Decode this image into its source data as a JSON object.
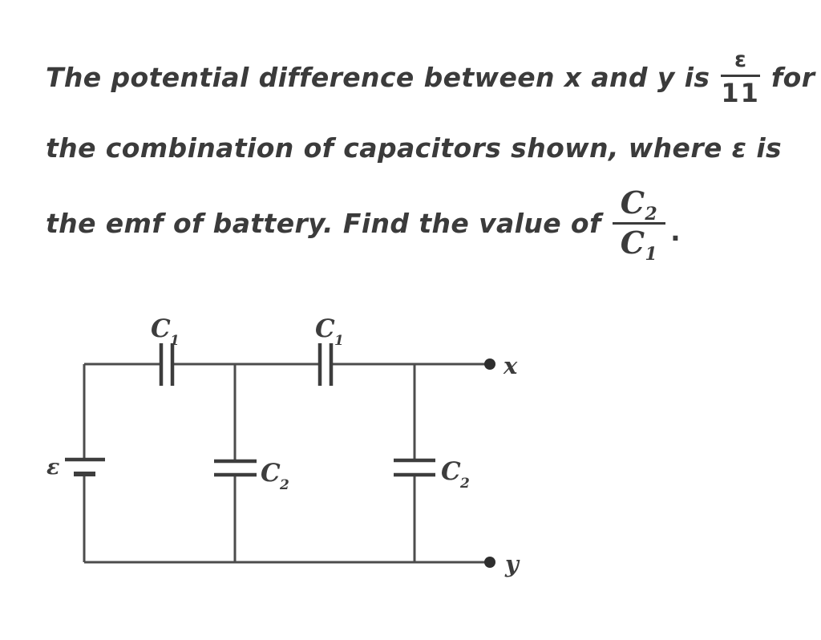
{
  "problem": {
    "line1": {
      "pre": "The potential difference between x and y is",
      "fraction": {
        "numerator": "ε",
        "denominator": "11"
      },
      "post": "for"
    },
    "line2": "the combination of capacitors shown, where ε is",
    "line3": {
      "pre": "the emf of battery. Find the value of",
      "fraction": {
        "numerator_base": "C",
        "numerator_sub": "2",
        "denominator_base": "C",
        "denominator_sub": "1"
      },
      "post": "."
    }
  },
  "circuit": {
    "battery": {
      "label": "ε"
    },
    "capacitors": [
      {
        "id": "series-top-left",
        "base": "C",
        "sub": "1"
      },
      {
        "id": "series-top-right",
        "base": "C",
        "sub": "1"
      },
      {
        "id": "shunt-middle",
        "base": "C",
        "sub": "2"
      },
      {
        "id": "shunt-right",
        "base": "C",
        "sub": "2"
      }
    ],
    "terminals": [
      {
        "id": "x",
        "label": "x"
      },
      {
        "id": "y",
        "label": "y"
      }
    ]
  },
  "colors": {
    "background": "#ffffff",
    "text": "#3b3b3b",
    "wire": "#4c4c4c"
  }
}
